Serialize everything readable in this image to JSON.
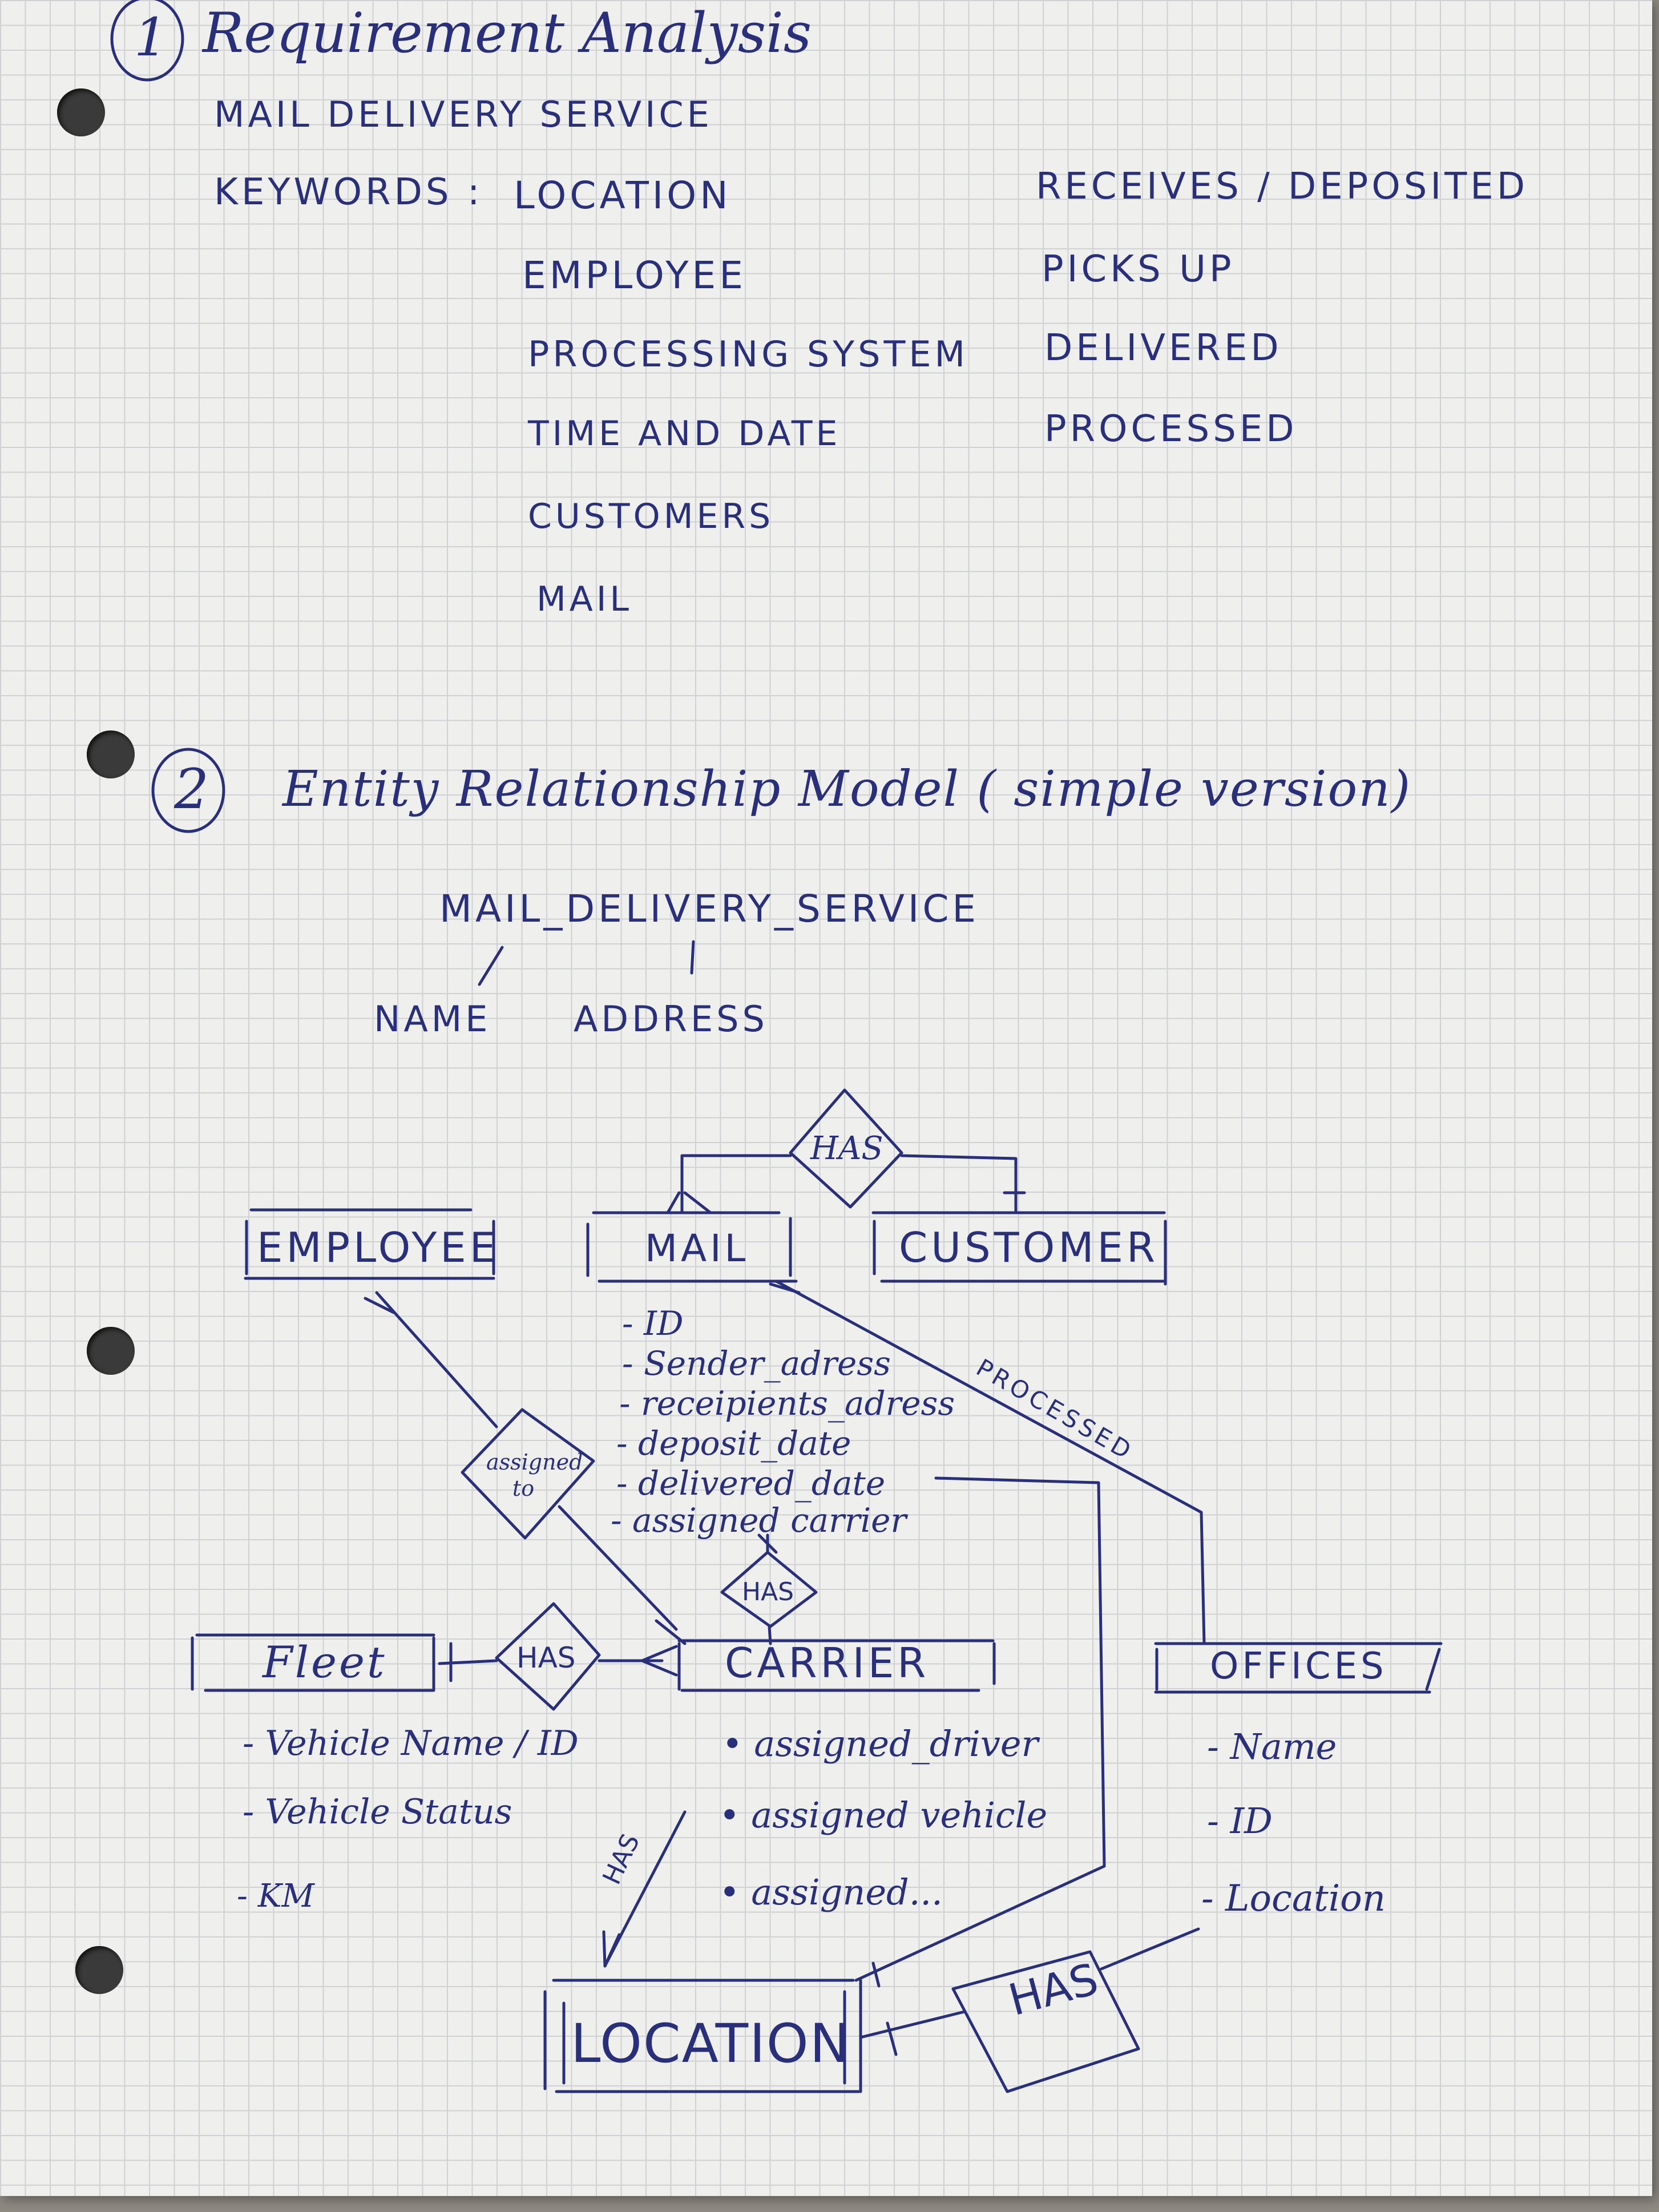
{
  "section1": {
    "number": "1",
    "title": "Requirement Analysis",
    "subtitle": "MAIL DELIVERY SERVICE",
    "keywords_label": "KEYWORDS :",
    "nouns": [
      "LOCATION",
      "EMPLOYEE",
      "PROCESSING SYSTEM",
      "TIME AND DATE",
      "CUSTOMERS",
      "MAIL"
    ],
    "verbs": [
      "RECEIVES / DEPOSITED",
      "PICKS UP",
      "DELIVERED",
      "PROCESSED"
    ]
  },
  "section2": {
    "number": "2",
    "title": "Entity Relationship Model ( simple version)",
    "root_entity": "MAIL_DELIVERY_SERVICE",
    "root_attributes": [
      "NAME",
      "ADDRESS"
    ]
  },
  "entities": {
    "employee": {
      "name": "EMPLOYEE"
    },
    "mail": {
      "name": "MAIL",
      "attributes": [
        "- ID",
        "- Sender_adress",
        "- receipients_adress",
        "- deposit_date",
        "- delivered_date",
        "- assigned carrier"
      ]
    },
    "customer": {
      "name": "CUSTOMER"
    },
    "fleet": {
      "name": "Fleet",
      "attributes": [
        "- Vehicle Name / ID",
        "- Vehicle Status",
        "- KM"
      ]
    },
    "carrier": {
      "name": "CARRIER",
      "attributes": [
        "• assigned_driver",
        "• assigned vehicle",
        "• assigned..."
      ]
    },
    "offices": {
      "name": "OFFICES",
      "attributes": [
        "- Name",
        "- ID",
        "- Location"
      ]
    },
    "location": {
      "name": "LOCATION"
    }
  },
  "relationships": {
    "mail_customer": "HAS",
    "employee_carrier": "assigned to",
    "mail_carrier": "HAS",
    "fleet_carrier": "HAS",
    "carrier_location": "HAS",
    "location_offices": "HAS",
    "mail_offices": "PROCESSED"
  }
}
